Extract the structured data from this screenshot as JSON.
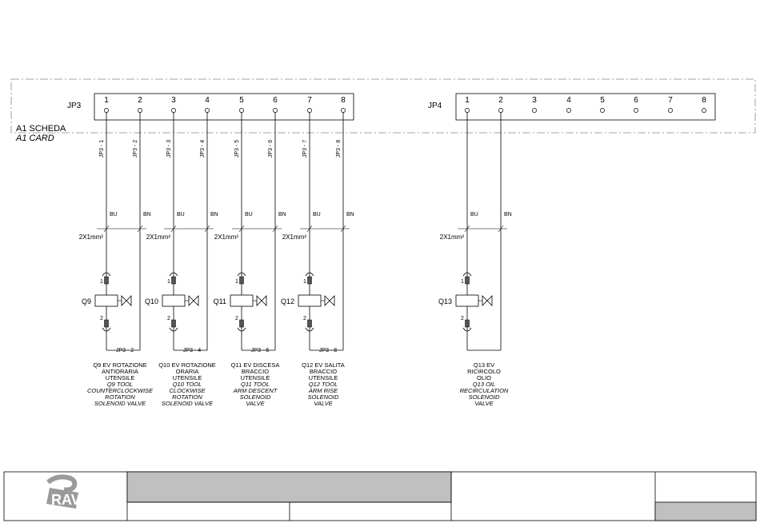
{
  "card": {
    "label_it": "A1 SCHEDA",
    "label_en": "A1 CARD"
  },
  "connectors": [
    {
      "name": "JP3",
      "pins": [
        "1",
        "2",
        "3",
        "4",
        "5",
        "6",
        "7",
        "8"
      ],
      "wire_labels": [
        "JP3 - 1",
        "JP3 - 2",
        "JP3 - 3",
        "JP3 - 4",
        "JP3 - 5",
        "JP3 - 6",
        "JP3 - 7",
        "JP3 - 8"
      ]
    },
    {
      "name": "JP4",
      "pins": [
        "1",
        "2",
        "3",
        "4",
        "5",
        "6",
        "7",
        "8"
      ],
      "wire_labels": []
    }
  ],
  "valves": [
    {
      "id": "Q9",
      "cable": "2X1mm²",
      "wire_colors": [
        "BU",
        "BN"
      ],
      "coil_terms": [
        "1",
        "2"
      ],
      "return_label": "JP3 - 2",
      "desc_it": [
        "Q9 EV ROTAZIONE",
        "ANTIORARIA",
        "UTENSILE"
      ],
      "desc_en": [
        "Q9 TOOL",
        "COUNTERCLOCKWISE",
        "ROTATION",
        "SOLENOID VALVE"
      ]
    },
    {
      "id": "Q10",
      "cable": "2X1mm²",
      "wire_colors": [
        "BU",
        "BN"
      ],
      "coil_terms": [
        "1",
        "2"
      ],
      "return_label": "JP3 - 4",
      "desc_it": [
        "Q10 EV ROTAZIONE",
        "ORARIA",
        "UTENSILE"
      ],
      "desc_en": [
        "Q10 TOOL",
        "CLOCKWISE",
        "ROTATION",
        "SOLENOID VALVE"
      ]
    },
    {
      "id": "Q11",
      "cable": "2X1mm²",
      "wire_colors": [
        "BU",
        "BN"
      ],
      "coil_terms": [
        "1",
        "2"
      ],
      "return_label": "JP3 - 6",
      "desc_it": [
        "Q11 EV DISCESA",
        "BRACCIO",
        "UTENSILE"
      ],
      "desc_en": [
        "Q11 TOOL",
        "ARM DESCENT",
        "SOLENOID",
        "VALVE"
      ]
    },
    {
      "id": "Q12",
      "cable": "2X1mm²",
      "wire_colors": [
        "BU",
        "BN"
      ],
      "coil_terms": [
        "1",
        "2"
      ],
      "return_label": "JP3 - 8",
      "desc_it": [
        "Q12 EV SALITA",
        "BRACCIO",
        "UTENSILE"
      ],
      "desc_en": [
        "Q12 TOOL",
        "ARM RISE",
        "SOLENOID",
        "VALVE"
      ]
    },
    {
      "id": "Q13",
      "cable": "2X1mm²",
      "wire_colors": [
        "BU",
        "BN"
      ],
      "coil_terms": [
        "1",
        "2"
      ],
      "return_label": "",
      "desc_it": [
        "Q13 EV",
        "RICIRCOLO",
        "OLIO"
      ],
      "desc_en": [
        "Q13 OIL",
        "RECIRCULATION",
        "SOLENOID",
        "VALVE"
      ]
    }
  ],
  "title_block": {
    "logo_text": "RAV"
  },
  "colors": {
    "ink": "#000000",
    "frame": "#888888",
    "title_fill": "#c0c0c0",
    "logo": "#9a9a9a"
  }
}
